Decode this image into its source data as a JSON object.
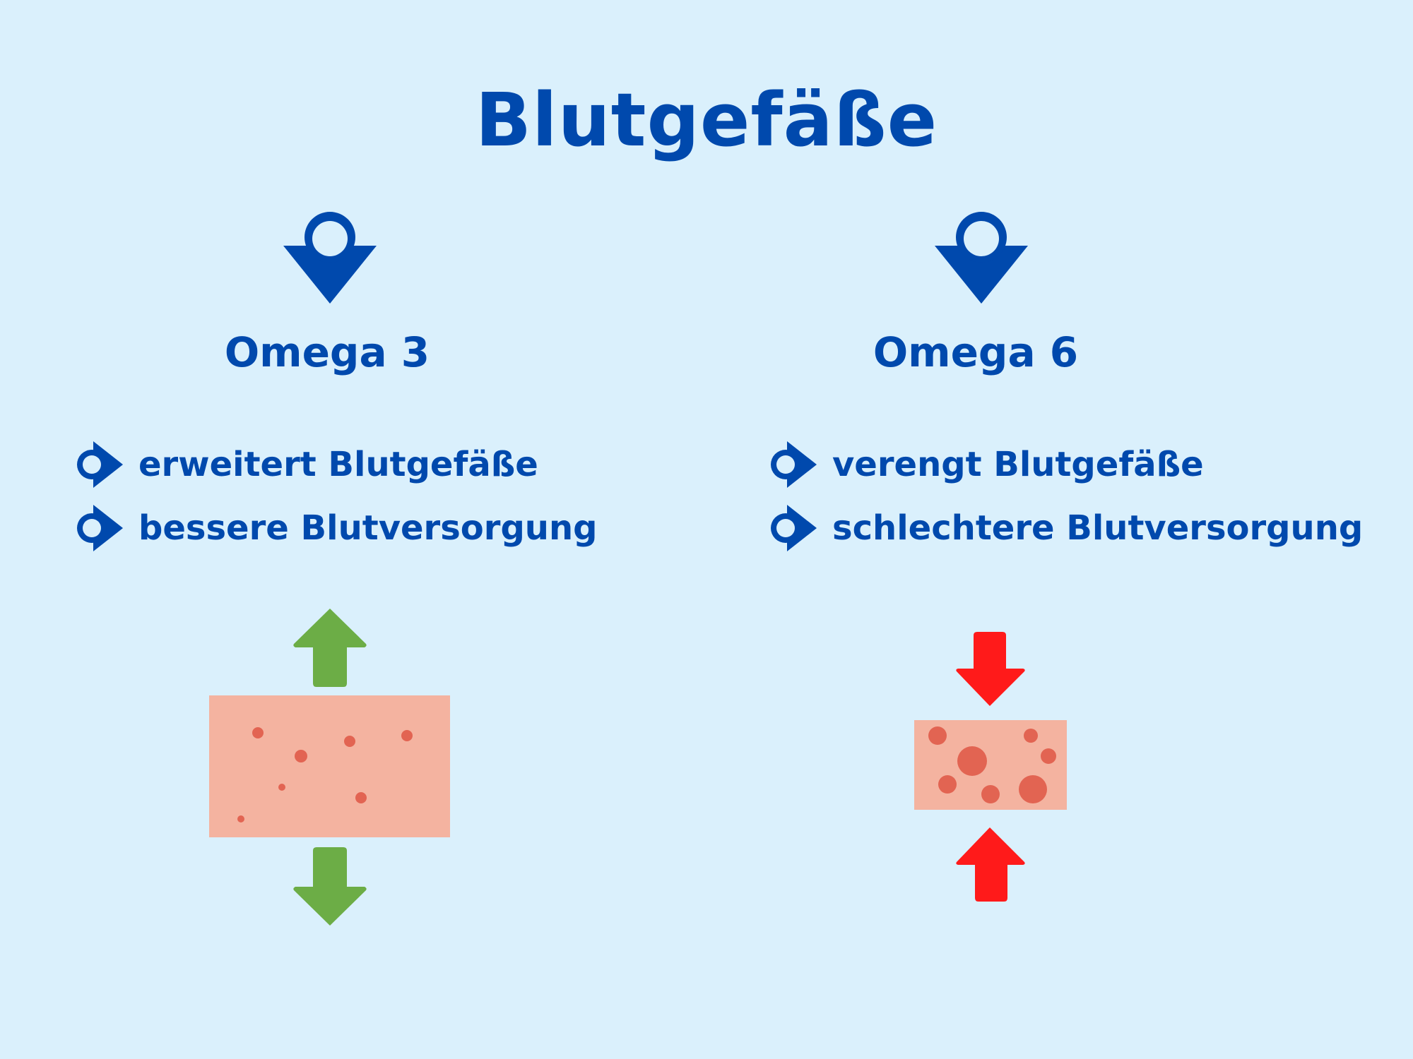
{
  "title": "Blutgefäße",
  "colors": {
    "background": "#DAF0FC",
    "primary_blue": "#0049AD",
    "green_arrow": "#6CAD46",
    "red_arrow": "#FF1A1A",
    "vessel_fill": "#F4B3A0",
    "blood_cell": "#E26452"
  },
  "left": {
    "heading": "Omega 3",
    "icon": "pin-down-icon",
    "bullets": [
      {
        "icon": "pin-right-icon",
        "text": "erweitert Blutgefäße"
      },
      {
        "icon": "pin-right-icon",
        "text": "bessere Blutversorgung"
      }
    ],
    "illustration": {
      "description": "dilated vessel",
      "arrows": [
        "arrow-up-icon",
        "arrow-down-icon"
      ],
      "arrow_color": "green"
    }
  },
  "right": {
    "heading": "Omega 6",
    "icon": "pin-down-icon",
    "bullets": [
      {
        "icon": "pin-right-icon",
        "text": "verengt Blutgefäße"
      },
      {
        "icon": "pin-right-icon",
        "text": "schlechtere Blutversorgung"
      }
    ],
    "illustration": {
      "description": "constricted vessel",
      "arrows": [
        "arrow-down-icon",
        "arrow-up-icon"
      ],
      "arrow_color": "red"
    }
  }
}
